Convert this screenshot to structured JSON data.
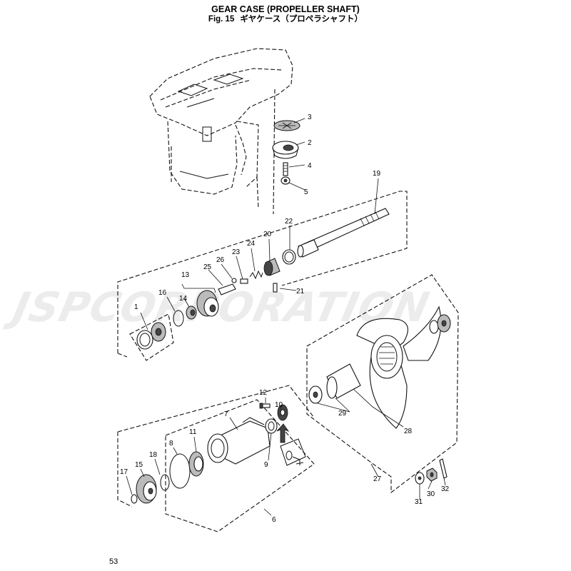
{
  "header": {
    "title": "GEAR CASE (PROPELLER SHAFT)",
    "fig_label": "Fig. 15",
    "fig_title_jp": "ギヤケース（プロペラシャフト）"
  },
  "watermark": "JSPCORPORATION",
  "page_number": "53",
  "callouts": {
    "c1": "1",
    "c2": "2",
    "c3": "3",
    "c4": "4",
    "c5": "5",
    "c6": "6",
    "c7": "7",
    "c8": "8",
    "c9": "9",
    "c10": "10",
    "c11": "11",
    "c12": "12",
    "c13": "13",
    "c14": "14",
    "c15": "15",
    "c16": "16",
    "c17": "17",
    "c18": "18",
    "c19": "19",
    "c20": "20",
    "c21": "21",
    "c22": "22",
    "c23": "23",
    "c24": "24",
    "c25": "25",
    "c26": "26",
    "c27": "27",
    "c28": "28",
    "c29": "29",
    "c30": "30",
    "c31": "31",
    "c32": "32"
  }
}
